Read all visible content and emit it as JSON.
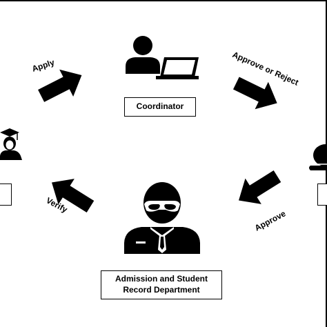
{
  "diagram": {
    "nodes": {
      "coordinator": {
        "label": "Coordinator",
        "icon": "person-at-laptop-icon"
      },
      "department": {
        "label_line1": "Admission and Student",
        "label_line2": "Record Department",
        "icon": "person-in-suit-with-sunglasses-icon"
      },
      "student": {
        "label": "",
        "icon": "graduate-student-icon"
      },
      "receiver": {
        "label": "",
        "icon": "person-with-hat-icon"
      }
    },
    "edges": [
      {
        "from": "student",
        "to": "coordinator",
        "label": "Apply"
      },
      {
        "from": "coordinator",
        "to": "receiver",
        "label": "Approve or Reject"
      },
      {
        "from": "receiver",
        "to": "department",
        "label": "Approve"
      },
      {
        "from": "department",
        "to": "student",
        "label": "Verify"
      }
    ],
    "colors": {
      "background": "#ffffff",
      "ink": "#000000"
    }
  }
}
